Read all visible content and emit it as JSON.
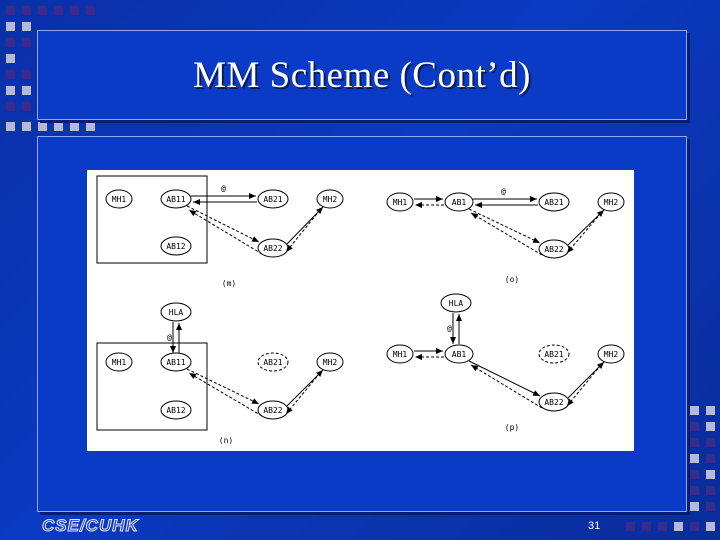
{
  "slide": {
    "title": "MM Scheme (Cont’d)",
    "logo_text": "CSE/CUHK",
    "page_number": "31"
  },
  "diagram": {
    "panels": [
      {
        "label": "(m)",
        "nodes": [
          "MH1",
          "AB11",
          "AB21",
          "MH2",
          "AB12",
          "AB22"
        ],
        "edge_label": "@"
      },
      {
        "label": "(o)",
        "nodes": [
          "MH1",
          "AB1",
          "AB21",
          "MH2",
          "AB22"
        ],
        "edge_label": "@"
      },
      {
        "label": "(n)",
        "nodes": [
          "HLA",
          "MH1",
          "AB11",
          "AB21",
          "MH2",
          "AB12",
          "AB22"
        ],
        "edge_label": "@"
      },
      {
        "label": "(p)",
        "nodes": [
          "HLA",
          "MH1",
          "AB1",
          "AB21",
          "MH2",
          "AB22"
        ],
        "edge_label": "@"
      }
    ]
  },
  "colors": {
    "background": "#0a3ac2",
    "frame_border": "#8fa6ff",
    "title_text": "#ffffff",
    "square_light": "#b8b8d8",
    "square_dark": "#3a2a8a"
  }
}
